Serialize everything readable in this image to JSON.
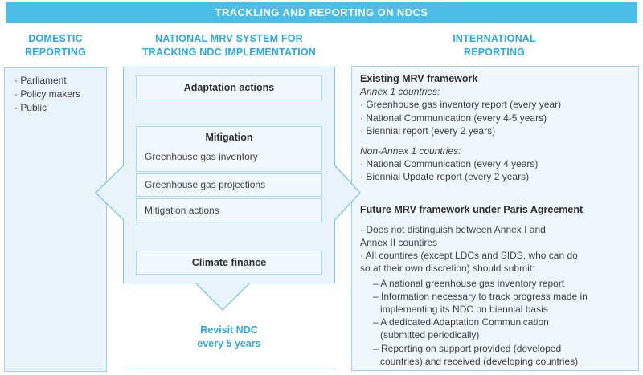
{
  "banner": {
    "title": "TRACKLING AND REPORTING ON NDCS"
  },
  "domestic": {
    "header1": "DOMESTIC",
    "header2": "REPORTING",
    "items": [
      "· Parliament",
      "· Policy makers",
      "· Public"
    ]
  },
  "national": {
    "header1": "NATIONAL MRV SYSTEM FOR",
    "header2": "TRACKING NDC IMPLEMENTATION",
    "adaptation_box": "Adaptation actions",
    "mitigation_title": "Mitigation",
    "mitigation_row1": "Greenhouse gas inventory",
    "mitigation_row2": "Greenhouse gas projections",
    "mitigation_row3": "Mitigation actions",
    "finance_box": "Climate finance",
    "revisit1": "Revisit NDC",
    "revisit2": "every 5 years"
  },
  "international": {
    "header1": "INTERNATIONAL",
    "header2": "REPORTING",
    "lines": [
      "Existing MRV framework",
      "Annex 1 countries:",
      "· Greenhouse gas inventory report (every year)",
      "· National Communication (every 4-5 years)",
      "· Biennial report (every 2 years)",
      "Non-Annex 1 countries:",
      "· National Communication (every 4 years)",
      "· Biennial Update report (every 2 years)",
      "Future MRV framework under Paris Agreement",
      "· Does not distinguish between Annex I and",
      "Annex II countires",
      "· All countires (except LDCs and SIDS, who can do",
      "so at their own discretion) should submit:",
      "– A national greenhouse gas inventory report",
      "– Information necessary to track progress made in",
      "implementing its NDC on biennial basis",
      "– A dedicated Adaptation Communication",
      "(submitted periodically)",
      "– Reporting on support provided (developed",
      "countries) and received (developing countries)"
    ]
  },
  "colors": {
    "banner_bg": "#4bbee7",
    "accent_blue": "#2ba9e1",
    "container_fill": "#e9f3fa",
    "panel_fill": "#eff7fc",
    "inner_box_fill": "#f2f9fe",
    "border_light": "#9ed3f0",
    "border_mid": "#86c8ed",
    "text_dark": "#3f3f3f"
  }
}
